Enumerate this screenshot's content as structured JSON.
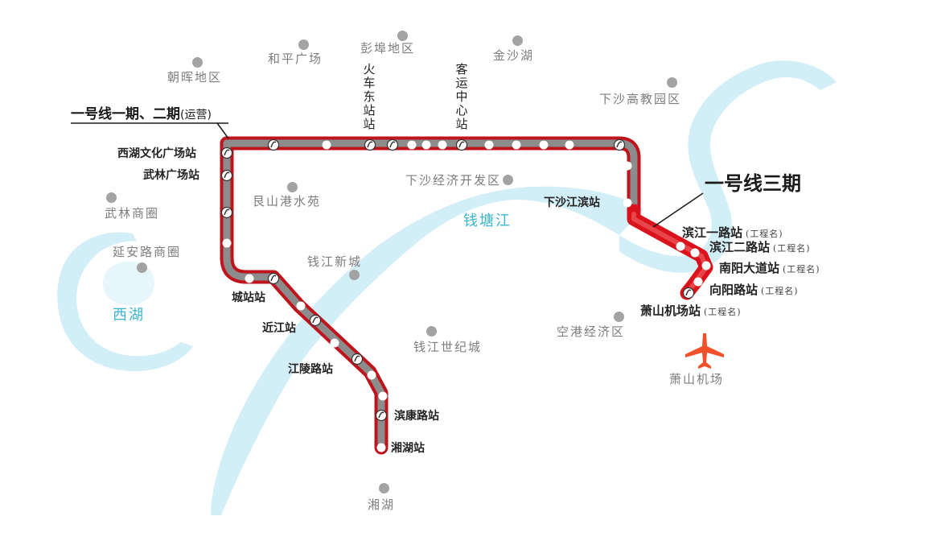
{
  "colors": {
    "line_outer": "#c0141c",
    "line_inner": "#8c8c8c",
    "line_phase3": "#d9121b",
    "river": "#d2eef6",
    "poi_dot": "#a3a3a3",
    "airport_icon": "#f0502a",
    "water_label": "#3cb4cf"
  },
  "legend": {
    "phase12": "一号线一期、二期",
    "phase12_note": "(运营)",
    "phase3": "一号线三期"
  },
  "water": {
    "west_lake": "西湖",
    "qiantang": "钱塘江"
  },
  "pois": [
    {
      "id": "chaohui",
      "text": "朝晖地区"
    },
    {
      "id": "heping",
      "text": "和平广场"
    },
    {
      "id": "pengbu",
      "text": "彭埠地区"
    },
    {
      "id": "jinshahu",
      "text": "金沙湖"
    },
    {
      "id": "xiasha_hi",
      "text": "下沙高教园区"
    },
    {
      "id": "wulin_biz",
      "text": "武林商圈"
    },
    {
      "id": "yanan_biz",
      "text": "延安路商圈"
    },
    {
      "id": "liangshan",
      "text": "艮山港水苑"
    },
    {
      "id": "xiasha_econ",
      "text": "下沙经济开发区"
    },
    {
      "id": "qianjiang_new",
      "text": "钱江新城"
    },
    {
      "id": "qianjiang_cent",
      "text": "钱江世纪城"
    },
    {
      "id": "kongang",
      "text": "空港经济区"
    },
    {
      "id": "xianghu_poi",
      "text": "湘湖"
    }
  ],
  "vertical_labels": {
    "east_station": "火车东站站",
    "passenger": "客运中心站"
  },
  "stations_phase12": {
    "xihu_culture": "西湖文化广场站",
    "wulin": "武林广场站",
    "chengzhan": "城站站",
    "jinjiang": "近江站",
    "jiangling": "江陵路站",
    "binkang": "滨康路站",
    "xianghu": "湘湖站",
    "xiasha_jiangbin": "下沙江滨站"
  },
  "stations_phase3": [
    {
      "id": "binjiang1",
      "name": "滨江一路站",
      "tag": "(工程名)"
    },
    {
      "id": "binjiang2",
      "name": "滨江二路站",
      "tag": "(工程名)"
    },
    {
      "id": "nanyang_ave",
      "name": "南阳大道站",
      "tag": "(工程名)"
    },
    {
      "id": "xiangyang",
      "name": "向阳路站",
      "tag": "(工程名)"
    },
    {
      "id": "airport",
      "name": "萧山机场站",
      "tag": "(工程名)"
    }
  ],
  "airport_label": "萧山机场",
  "airport_icon": "airplane-icon"
}
